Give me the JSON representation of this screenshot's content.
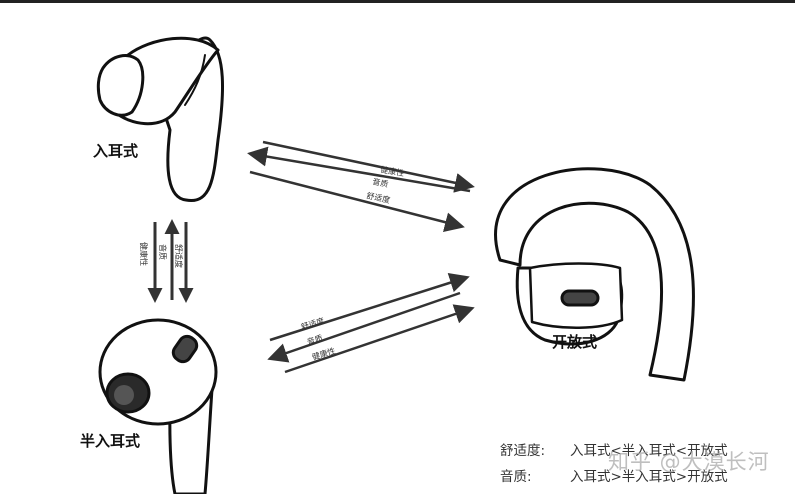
{
  "labels": {
    "in_ear": "入耳式",
    "semi_in_ear": "半入耳式",
    "open": "开放式"
  },
  "arrow_labels": {
    "vertical": [
      "健康性",
      "音质",
      "舒适度"
    ],
    "upper_diagonal": [
      "健康性",
      "音质",
      "舒适度"
    ],
    "lower_diagonal": [
      "舒适度",
      "音质",
      "健康性"
    ]
  },
  "legend": [
    {
      "key": "舒适度:",
      "value": "入耳式<半入耳式<开放式"
    },
    {
      "key": "音质:",
      "value": "入耳式>半入耳式>开放式"
    }
  ],
  "watermark": "知乎 @大漠长河",
  "colors": {
    "stroke": "#111111",
    "arrow": "#333333",
    "fill_dark": "#2a2a2a"
  }
}
